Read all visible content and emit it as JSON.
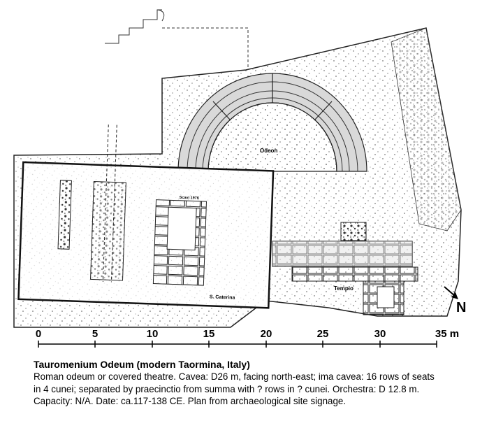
{
  "plan": {
    "labels": {
      "odeon": "Odeon",
      "scavi": "Scavi 1976",
      "caterina": "S. Caterina",
      "tempio": "Tempio"
    },
    "north_label": "N"
  },
  "scale": {
    "ticks": [
      "0",
      "5",
      "10",
      "15",
      "20",
      "25",
      "30",
      "35 m"
    ]
  },
  "caption": {
    "title": "Tauromenium Odeum (modern Taormina, Italy)",
    "lines": [
      "Roman odeum or covered theatre. Cavea: D26 m, facing north-east; ima cavea: 16 rows of seats",
      "in 4 cunei; separated by praecinctio from summa with ? rows in ? cunei. Orchestra: D 12.8 m.",
      "Capacity: N/A. Date: ca.117-138 CE. Plan from archaeological site signage."
    ]
  }
}
